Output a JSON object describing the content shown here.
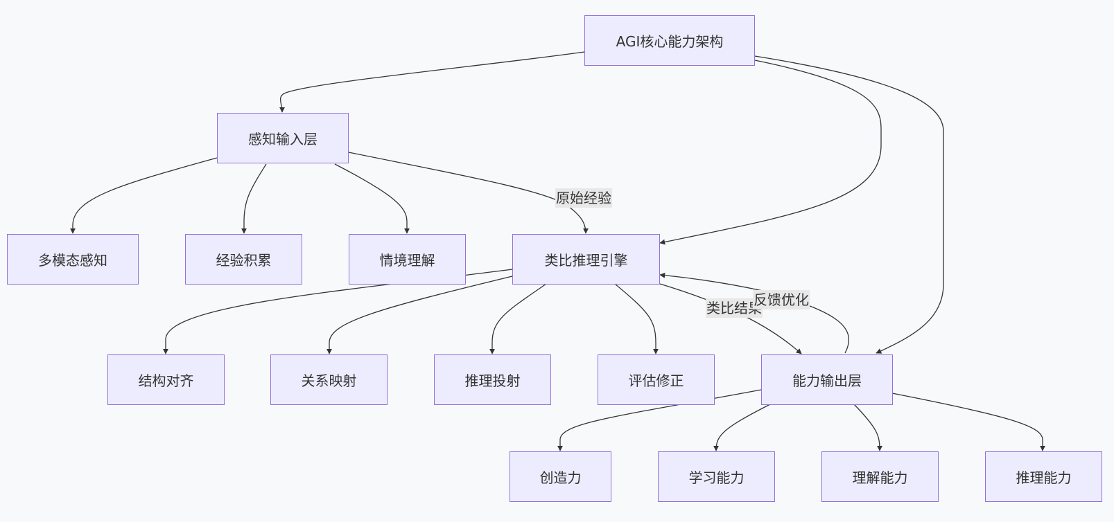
{
  "nodes": {
    "agi": "AGI核心能力架构",
    "perception": "感知输入层",
    "multimodal": "多模态感知",
    "experience": "经验积累",
    "context": "情境理解",
    "analogy_engine": "类比推理引擎",
    "structure_align": "结构对齐",
    "relation_map": "关系映射",
    "inference_project": "推理投射",
    "eval_revise": "评估修正",
    "output": "能力输出层",
    "creativity": "创造力",
    "learning": "学习能力",
    "understanding": "理解能力",
    "reasoning": "推理能力"
  },
  "edge_labels": {
    "raw_experience": "原始经验",
    "analogy_result": "类比结果",
    "feedback": "反馈优化"
  },
  "colors": {
    "node_fill": "#ececfe",
    "node_border": "#9370db",
    "edge": "#333333",
    "label_bg": "#e8e8e8",
    "background": "#f8f9fb"
  }
}
